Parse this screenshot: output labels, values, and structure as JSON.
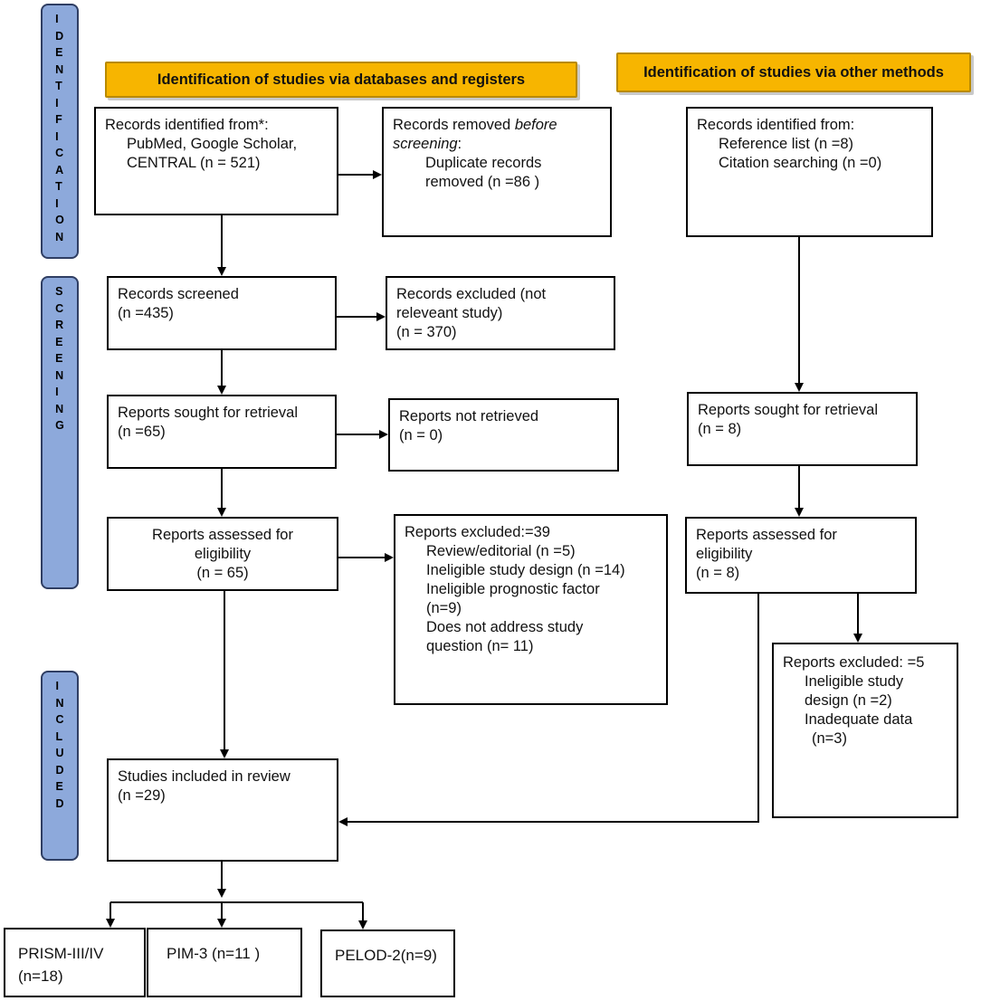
{
  "stages": {
    "identification": "IDENTIFICATION",
    "screening": "SCREENING",
    "included": "INCLUDED"
  },
  "headers": {
    "databases": "Identification of studies via databases and registers",
    "other": "Identification of studies via other methods"
  },
  "boxes": {
    "records_identified": {
      "title": "Records identified from*:",
      "line1": "PubMed, Google Scholar,",
      "line2": "CENTRAL (n = 521)"
    },
    "records_removed": {
      "title_a": "Records removed ",
      "title_b": "before",
      "title_c": "screening",
      "title_d": ":",
      "line1": "Duplicate records",
      "line2": "removed (n =86 )"
    },
    "other_identified": {
      "title": "Records identified from:",
      "line1": "Reference list (n =8)",
      "line2": "Citation searching (n =0)"
    },
    "records_screened": {
      "line1": "Records screened",
      "line2": "(n =435)"
    },
    "records_excluded": {
      "line1": "Records excluded (not",
      "line2": "releveant study)",
      "line3": "(n = 370)"
    },
    "sought_db": {
      "line1": "Reports sought for retrieval",
      "line2": "(n =65)"
    },
    "not_retrieved": {
      "line1": "Reports not retrieved",
      "line2": "(n = 0)"
    },
    "sought_other": {
      "line1": "Reports sought for retrieval",
      "line2": "(n = 8)"
    },
    "assessed_db": {
      "line1": "Reports assessed for",
      "line2": "eligibility",
      "line3": "(n = 65)"
    },
    "excluded_db": {
      "title": "Reports excluded:=39",
      "l1": "Review/editorial (n =5)",
      "l2": "Ineligible study design (n =14)",
      "l3": "Ineligible prognostic factor",
      "l4": "(n=9)",
      "l5": "Does not address study",
      "l6": "question (n= 11)"
    },
    "assessed_other": {
      "line1": "Reports assessed for",
      "line2": "eligibility",
      "line3": "(n = 8)"
    },
    "excluded_other": {
      "title": "Reports excluded: =5",
      "l1": "Ineligible study",
      "l2": "design (n =2)",
      "l3": "Inadequate data",
      "l4": "(n=3)"
    },
    "included": {
      "line1": "Studies included in review",
      "line2": "(n =29)"
    },
    "prism": {
      "line1": "PRISM-III/IV",
      "line2": "(n=18)"
    },
    "pim": {
      "line1": "PIM-3 (n=11 )"
    },
    "pelod": {
      "line1": "PELOD-2(n=9)"
    }
  }
}
